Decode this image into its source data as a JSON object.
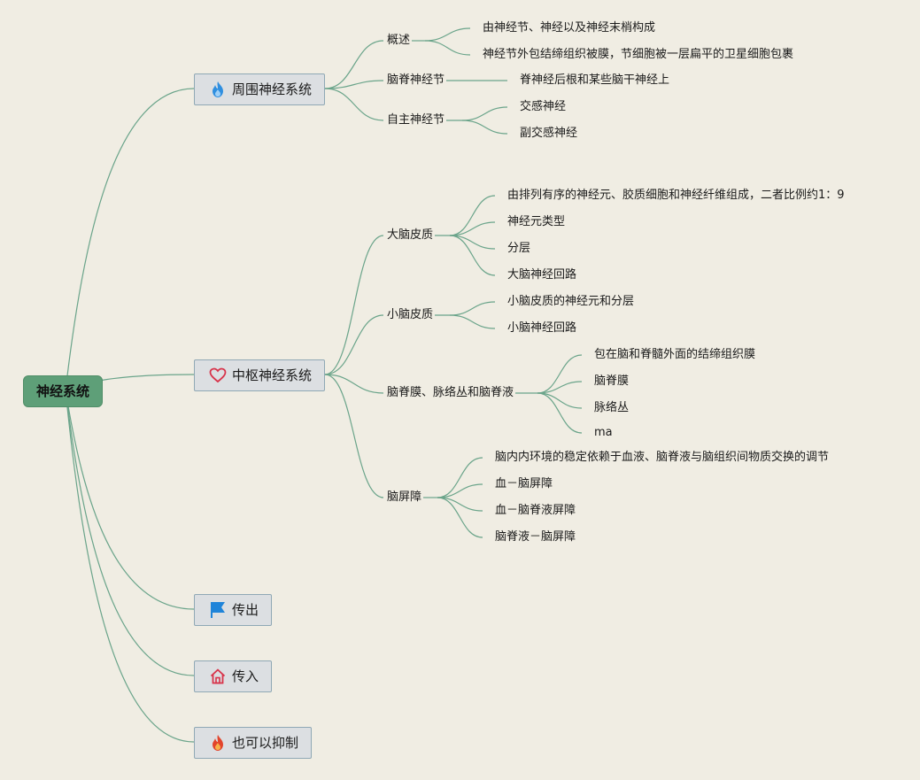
{
  "root": {
    "label": "神经系统"
  },
  "branches": [
    {
      "label": "周围神经系统",
      "icon": "fire-blue-icon",
      "children": [
        {
          "label": "概述",
          "children": [
            "由神经节、神经以及神经末梢构成",
            "神经节外包结缔组织被膜，节细胞被一层扁平的卫星细胞包裹"
          ]
        },
        {
          "label": "脑脊神经节",
          "children": [
            "脊神经后根和某些脑干神经上"
          ]
        },
        {
          "label": "自主神经节",
          "children": [
            "交感神经",
            "副交感神经"
          ]
        }
      ]
    },
    {
      "label": "中枢神经系统",
      "icon": "heart-icon",
      "children": [
        {
          "label": "大脑皮质",
          "children": [
            "由排列有序的神经元、胶质细胞和神经纤维组成，二者比例约1：9",
            "神经元类型",
            "分层",
            "大脑神经回路"
          ]
        },
        {
          "label": "小脑皮质",
          "children": [
            "小脑皮质的神经元和分层",
            "小脑神经回路"
          ]
        },
        {
          "label": "脑脊膜、脉络丛和脑脊液",
          "children": [
            "包在脑和脊髓外面的结缔组织膜",
            "脑脊膜",
            "脉络丛",
            "ma"
          ]
        },
        {
          "label": "脑屏障",
          "children": [
            "脑内内环境的稳定依赖于血液、脑脊液与脑组织间物质交换的调节",
            "血－脑屏障",
            "血－脑脊液屏障",
            "脑脊液－脑屏障"
          ]
        }
      ]
    },
    {
      "label": "传出",
      "icon": "flag-icon",
      "children": []
    },
    {
      "label": "传入",
      "icon": "home-icon",
      "children": []
    },
    {
      "label": "也可以抑制",
      "icon": "fire-red-icon",
      "children": []
    }
  ],
  "colors": {
    "background": "#f0ede3",
    "root_fill": "#5e9f78",
    "line": "#6aa48a",
    "topic_fill": "#dcdfe2"
  }
}
